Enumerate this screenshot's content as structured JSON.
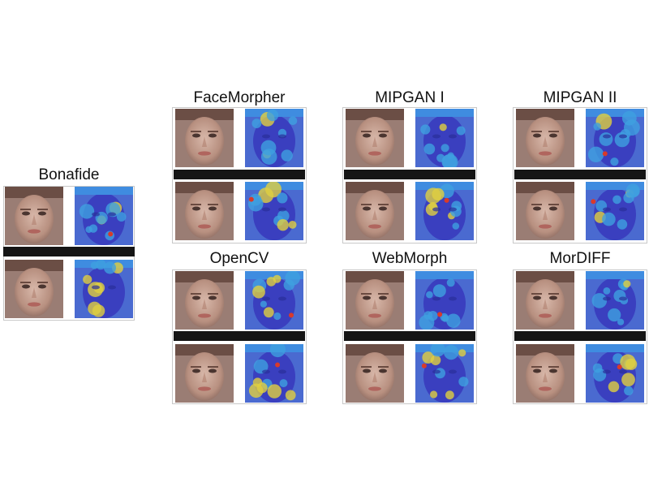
{
  "panels": [
    {
      "key": "bonafide",
      "title": "Bonafide"
    },
    {
      "key": "facemorpher",
      "title": "FaceMorpher"
    },
    {
      "key": "mipgan1",
      "title": "MIPGAN I"
    },
    {
      "key": "mipgan2",
      "title": "MIPGAN II"
    },
    {
      "key": "opencv",
      "title": "OpenCV"
    },
    {
      "key": "webmorph",
      "title": "WebMorph"
    },
    {
      "key": "mordiff",
      "title": "MorDIFF"
    }
  ],
  "colors": {
    "bar": "#151515",
    "heat_low": "#3a3fbf",
    "heat_mid": "#3fa0e0",
    "heat_high": "#e0d040",
    "heat_peak": "#d83a2a",
    "skin": "#c9a89a"
  }
}
